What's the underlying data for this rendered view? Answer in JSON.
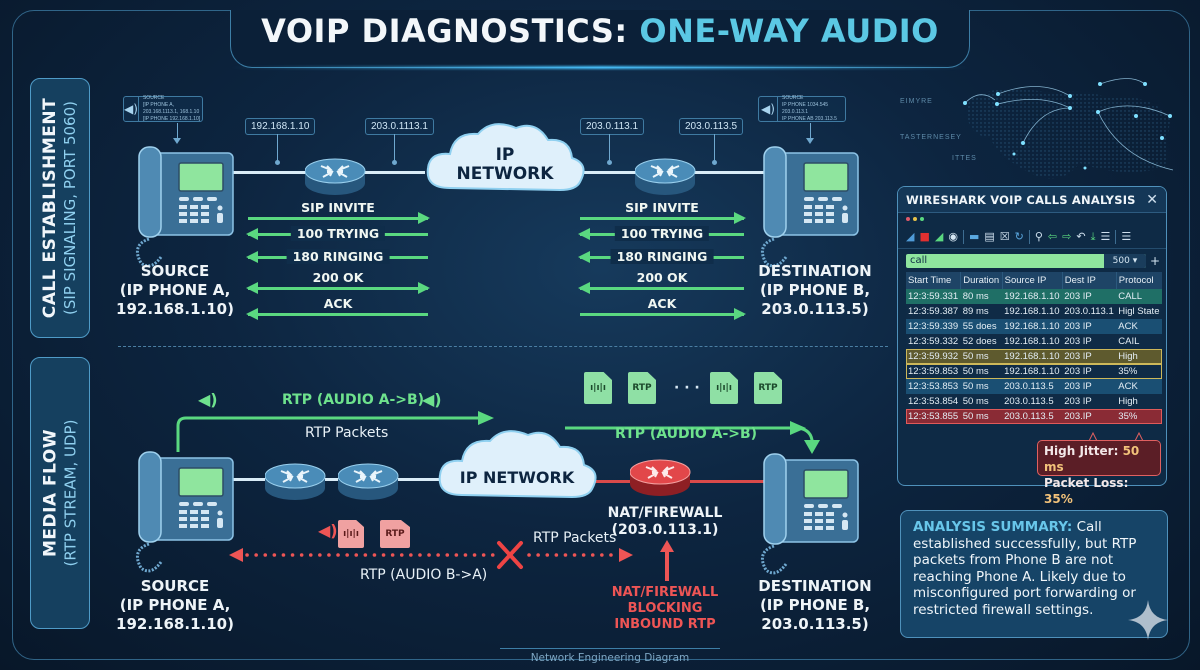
{
  "title": {
    "part1": "VOIP DIAGNOSTICS:",
    "part2": "ONE-WAY AUDIO"
  },
  "colors": {
    "accent": "#5bc8e4",
    "sip_arrow": "#5ad880",
    "error": "#ee5555",
    "panel_border": "#4f91bb"
  },
  "sections": {
    "call_establishment": {
      "title": "CALL ESTABLISHMENT",
      "subtitle": "(SIP SIGNALING, PORT 5060)"
    },
    "media_flow": {
      "title": "MEDIA FLOW",
      "subtitle": "(RTP STREAM, UDP)"
    }
  },
  "signaling": {
    "info_box_left": {
      "icon": "speaker-icon",
      "lines": [
        "SOURCE",
        "[IP PHONE A, 203.168.1113.1, 168.1.10",
        "[IP PHONE 192.168.1.10]"
      ]
    },
    "info_box_right": {
      "icon": "speaker-icon",
      "lines": [
        "SOURCE",
        "IP PHONE 1034.545 203.0.113.1",
        "IP PHONE AB 203.113.5"
      ]
    },
    "ip_labels": [
      "192.168.1.10",
      "203.0.1113.1",
      "203.0.113.1",
      "203.0.113.5"
    ],
    "cloud_label": [
      "IP",
      "NETWORK"
    ],
    "source_label": [
      "SOURCE",
      "(IP PHONE A,",
      "192.168.1.10)"
    ],
    "destination_label": [
      "DESTINATION",
      "(IP PHONE B,",
      "203.0.113.5)"
    ],
    "left_messages": [
      {
        "label": "SIP INVITE",
        "direction": "right"
      },
      {
        "label": "100 TRYING",
        "direction": "left"
      },
      {
        "label": "180 RINGING",
        "direction": "left"
      },
      {
        "label": "200 OK",
        "direction": "both"
      },
      {
        "label": "ACK",
        "direction": "left"
      }
    ],
    "right_messages": [
      {
        "label": "SIP INVITE",
        "direction": "right"
      },
      {
        "label": "100 TRYING",
        "direction": "left"
      },
      {
        "label": "180 RINGING",
        "direction": "left"
      },
      {
        "label": "200 OK",
        "direction": "left"
      },
      {
        "label": "ACK",
        "direction": "right"
      }
    ]
  },
  "map": {
    "labels": [
      "EIMYRE",
      "TASTERNESEY",
      "ITTES"
    ]
  },
  "media": {
    "rtp_ab_top": "RTP (AUDIO A->B)",
    "rtp_packets_top": "RTP Packets",
    "rtp_ab_right": "RTP (AUDIO A->B)",
    "packet_label": "RTP",
    "ellipsis": "· · ·",
    "cloud_label": "IP NETWORK",
    "firewall_label": [
      "NAT/FIREWALL",
      "(203.0.113.1)"
    ],
    "rtp_ba": "RTP (AUDIO B->A)",
    "rtp_packets_bottom": "RTP Packets",
    "blocking_label": [
      "NAT/FIREWALL",
      "BLOCKING",
      "INBOUND RTP"
    ],
    "source_label": [
      "SOURCE",
      "(IP PHONE A,",
      "192.168.1.10)"
    ],
    "destination_label": [
      "DESTINATION",
      "(IP PHONE B,",
      "203.0.113.5)"
    ]
  },
  "wireshark": {
    "title": "WIRESHARK VOIP CALLS ANALYSIS",
    "close": "✕",
    "filter_value": "call",
    "filter_select": "500",
    "columns": [
      "Start Time",
      "Duration",
      "Source IP",
      "Dest IP",
      "Protocol"
    ],
    "rows": [
      {
        "cells": [
          "12:3:59.331",
          "80 ms",
          "192.168.1.10",
          "203 IP",
          "CALL"
        ],
        "style": "r-green"
      },
      {
        "cells": [
          "12:3:59.387",
          "89 ms",
          "192.168.1.10",
          "203.0.113.1",
          "Higl State"
        ],
        "style": "r-dark"
      },
      {
        "cells": [
          "12:3:59.339",
          "55 does",
          "192.168.1.10",
          "203 IP",
          "ACK"
        ],
        "style": "r-blue"
      },
      {
        "cells": [
          "12:3:59.332",
          "52 does",
          "192.168.1.10",
          "203 IP",
          "CAIL"
        ],
        "style": "r-dark"
      },
      {
        "cells": [
          "12:3:59.932",
          "50 ms",
          "192.168.1.10",
          "203 IP",
          "High"
        ],
        "style": "r-yellow"
      },
      {
        "cells": [
          "12:3:59.853",
          "50 ms",
          "192.168.1.10",
          "203 IP",
          "35%"
        ],
        "style": "r-yellow-dark"
      },
      {
        "cells": [
          "12:3:53.853",
          "50 ms",
          "203.0.113.5",
          "203 IP",
          "ACK"
        ],
        "style": "r-blue"
      },
      {
        "cells": [
          "12:3:53.854",
          "50 ms",
          "203.0.113.5",
          "203 IP",
          "High"
        ],
        "style": "r-dark"
      },
      {
        "cells": [
          "12:3:53.855",
          "50 ms",
          "203.0.113.5",
          "203.IP",
          "35%"
        ],
        "style": "r-red"
      }
    ],
    "tooltip": {
      "jitter_label": "High Jitter:",
      "jitter_value": "50 ms",
      "loss_label": "Packet Loss:",
      "loss_value": "35%"
    }
  },
  "summary": {
    "heading": "ANALYSIS SUMMARY:",
    "body": "Call established successfully, but RTP packets from Phone B are not reaching Phone A. Likely due to misconfigured port forwarding or restricted firewall settings."
  },
  "footer": "Network Engineering Diagram"
}
